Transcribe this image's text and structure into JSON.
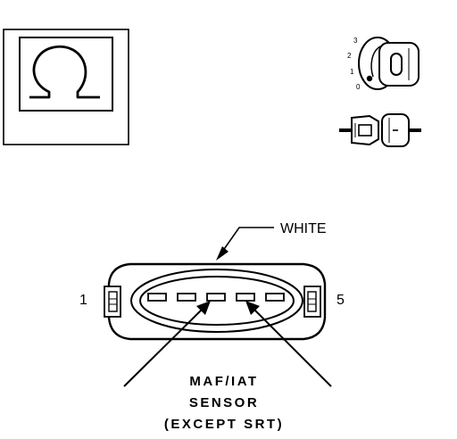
{
  "ohmmeter_symbol": "Ω",
  "ignition_positions": [
    "3",
    "2",
    "1",
    "0"
  ],
  "wire_color_label": "WHITE",
  "pin_labels": {
    "left": "1",
    "right": "5"
  },
  "sensor_caption": [
    "MAF/IAT",
    "SENSOR",
    "(EXCEPT SRT)"
  ]
}
